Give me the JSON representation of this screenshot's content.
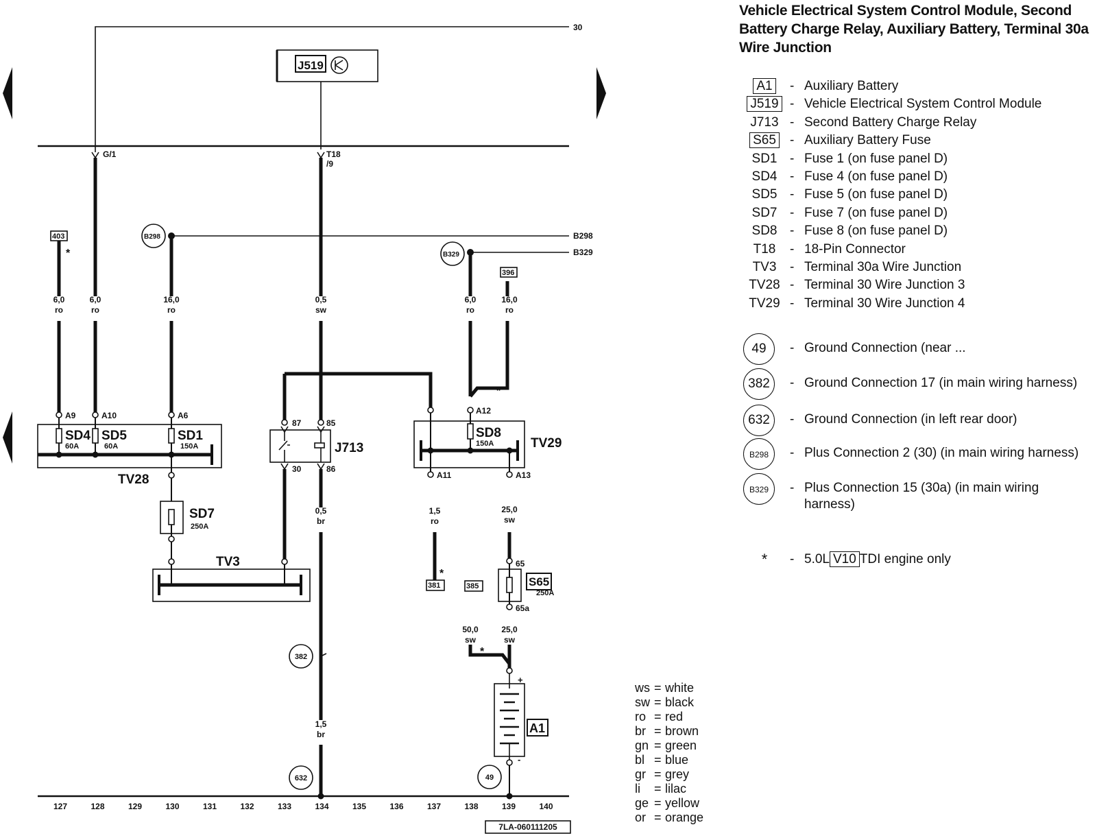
{
  "title": "Vehicle Electrical System Control Module, Second Battery Charge Relay, Auxiliary Battery, Terminal 30a Wire Junction",
  "legend": [
    {
      "code": "A1",
      "style": "boxed",
      "desc": "Auxiliary Battery"
    },
    {
      "code": "J519",
      "style": "boxed",
      "desc": "Vehicle Electrical System Control Module"
    },
    {
      "code": "J713",
      "style": "plain",
      "desc": "Second Battery Charge Relay"
    },
    {
      "code": "S65",
      "style": "boxed",
      "desc": "Auxiliary Battery Fuse"
    },
    {
      "code": "SD1",
      "style": "plain",
      "desc": "Fuse 1 (on fuse panel D)"
    },
    {
      "code": "SD4",
      "style": "plain",
      "desc": "Fuse 4 (on fuse panel D)"
    },
    {
      "code": "SD5",
      "style": "plain",
      "desc": "Fuse 5 (on fuse panel D)"
    },
    {
      "code": "SD7",
      "style": "plain",
      "desc": "Fuse 7 (on fuse panel D)"
    },
    {
      "code": "SD8",
      "style": "plain",
      "desc": "Fuse 8 (on fuse panel D)"
    },
    {
      "code": "T18",
      "style": "plain",
      "desc": "18-Pin Connector"
    },
    {
      "code": "TV3",
      "style": "plain",
      "desc": "Terminal 30a Wire Junction"
    },
    {
      "code": "TV28",
      "style": "plain",
      "desc": "Terminal 30 Wire Junction 3"
    },
    {
      "code": "TV29",
      "style": "plain",
      "desc": "Terminal 30 Wire Junction 4"
    }
  ],
  "legend_circles": [
    {
      "code": "49",
      "desc": "Ground Connection (near ..."
    },
    {
      "code": "382",
      "desc": "Ground Connection 17 (in main wiring harness)"
    },
    {
      "code": "632",
      "desc": "Ground Connection (in left rear door)"
    },
    {
      "code": "B298",
      "desc": "Plus Connection 2 (30) (in main wiring harness)"
    },
    {
      "code": "B329",
      "desc": "Plus Connection 15 (30a) (in main wiring harness)"
    }
  ],
  "footnote": {
    "symbol": "*",
    "pre": "5.0L",
    "boxed": "V10",
    "post": "TDI engine only"
  },
  "color_key": [
    {
      "code": "ws",
      "name": "white"
    },
    {
      "code": "sw",
      "name": "black"
    },
    {
      "code": "ro",
      "name": "red"
    },
    {
      "code": "br",
      "name": "brown"
    },
    {
      "code": "gn",
      "name": "green"
    },
    {
      "code": "bl",
      "name": "blue"
    },
    {
      "code": "gr",
      "name": "grey"
    },
    {
      "code": "li",
      "name": "lilac"
    },
    {
      "code": "ge",
      "name": "yellow"
    },
    {
      "code": "or",
      "name": "orange"
    }
  ],
  "diagram": {
    "terminal_30": "30",
    "j519_label": "J519",
    "g1": "G/1",
    "t18": "T18",
    "t18_pin": "/9",
    "b298": "B298",
    "b329": "B329",
    "ref_403": "403",
    "ref_396": "396",
    "ref_381": "381",
    "ref_385": "385",
    "w1_size": "6,0",
    "w1_col": "ro",
    "w2_size": "6,0",
    "w2_col": "ro",
    "w3_size": "16,0",
    "w3_col": "ro",
    "w4_size": "0,5",
    "w4_col": "sw",
    "w5_size": "6,0",
    "w5_col": "ro",
    "w6_size": "16,0",
    "w6_col": "ro",
    "w7_size": "0,5",
    "w7_col": "br",
    "w8_size": "1,5",
    "w8_col": "ro",
    "w9_size": "25,0",
    "w9_col": "sw",
    "w10_size": "50,0",
    "w10_col": "sw",
    "w11_size": "25,0",
    "w11_col": "sw",
    "w12_size": "1,5",
    "w12_col": "br",
    "pin_a9": "A9",
    "pin_a10": "A10",
    "pin_a6": "A6",
    "pin_87": "87",
    "pin_85": "85",
    "pin_30": "30",
    "pin_86": "86",
    "pin_a12": "A12",
    "pin_a11": "A11",
    "pin_a13": "A13",
    "pin_65": "65",
    "pin_65a": "65a",
    "sd4": "SD4",
    "sd4_a": "60A",
    "sd5": "SD5",
    "sd5_a": "60A",
    "sd1": "SD1",
    "sd1_a": "150A",
    "sd7": "SD7",
    "sd7_a": "250A",
    "sd8": "SD8",
    "sd8_a": "150A",
    "s65": "S65",
    "s65_a": "250A",
    "tv28": "TV28",
    "tv3": "TV3",
    "tv29": "TV29",
    "j713": "J713",
    "a1": "A1",
    "g382": "382",
    "g632": "632",
    "g49": "49",
    "asterisk": "*",
    "plus": "+",
    "minus": "-",
    "columns": [
      "127",
      "128",
      "129",
      "130",
      "131",
      "132",
      "133",
      "134",
      "135",
      "136",
      "137",
      "138",
      "139",
      "140"
    ],
    "doc_id": "7LA-060111205"
  }
}
